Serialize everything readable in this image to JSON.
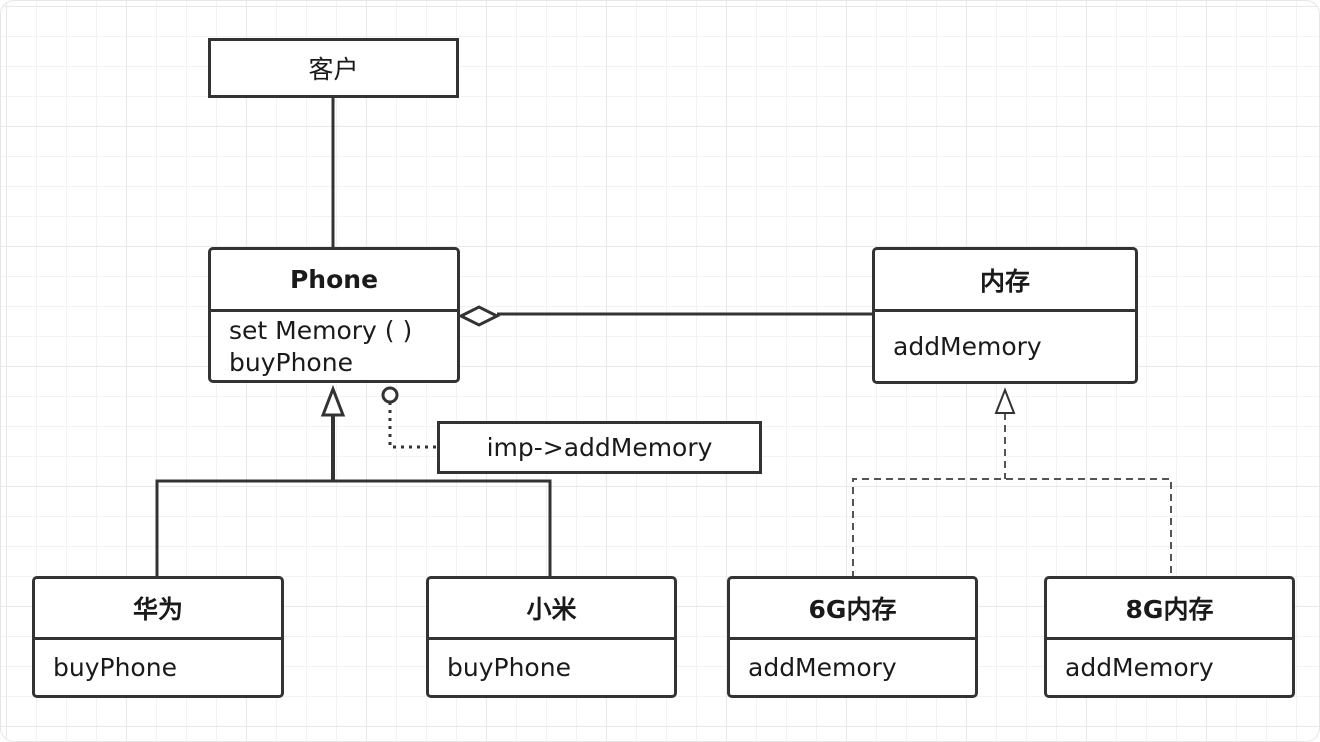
{
  "diagram": {
    "client": {
      "label": "客户"
    },
    "phone": {
      "title": "Phone",
      "methods": [
        "set Memory ( )",
        "buyPhone"
      ]
    },
    "note": {
      "label": "imp->addMemory"
    },
    "memory": {
      "title": "内存",
      "methods": [
        "addMemory"
      ]
    },
    "huawei": {
      "title": "华为",
      "method": "buyPhone"
    },
    "xiaomi": {
      "title": "小米",
      "method": "buyPhone"
    },
    "mem6g": {
      "title": "6G内存",
      "method": "addMemory"
    },
    "mem8g": {
      "title": "8G内存",
      "method": "addMemory"
    }
  },
  "colors": {
    "stroke": "#333333",
    "dashed": "#555555",
    "grid": "#e9e9e9",
    "background": "#ffffff"
  }
}
